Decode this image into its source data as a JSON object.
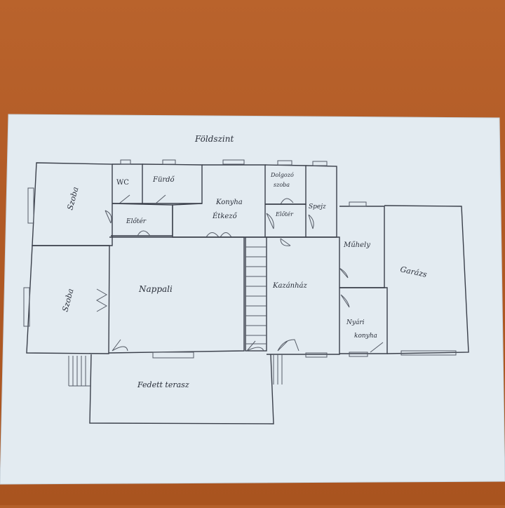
{
  "plan": {
    "title": "Földszint",
    "rooms": {
      "szoba_top": "Szoba",
      "szoba_bottom": "Szoba",
      "wc": "WC",
      "furdo": "Fürdő",
      "eloter_left": "Előtér",
      "konyha_line1": "Konyha",
      "konyha_line2": "Étkező",
      "dolgozo_line1": "Dolgozó",
      "dolgozo_line2": "szoba",
      "eloter_right": "Előtér",
      "spejz": "Spejz",
      "muhely": "Műhely",
      "garazs": "Garázs",
      "nappali": "Nappali",
      "kazanhaz": "Kazánház",
      "nyari_line1": "Nyári",
      "nyari_line2": "konyha",
      "terasz": "Fedett terasz"
    }
  },
  "colors": {
    "paper": "#e4ecf2",
    "ink": "#3a3f4a",
    "table": "#b25b26"
  }
}
